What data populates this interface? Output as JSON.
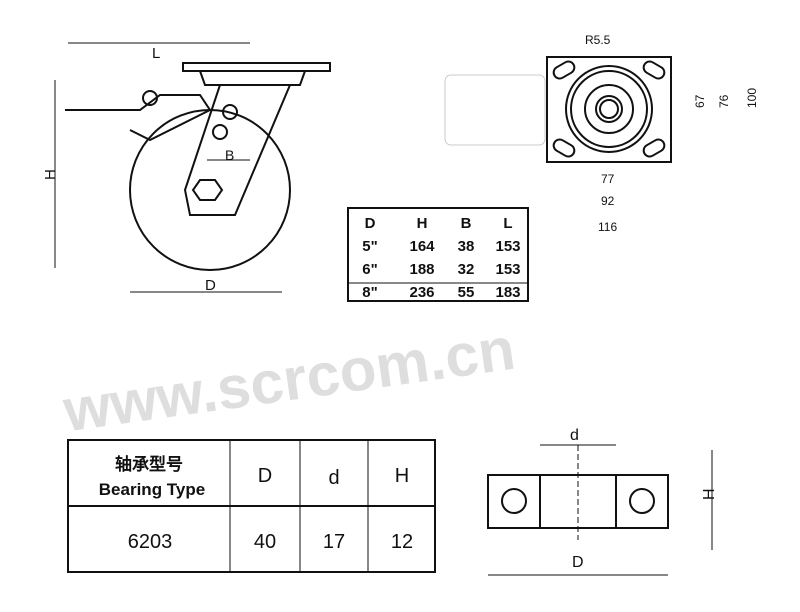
{
  "side_view": {
    "L": "L",
    "H": "H",
    "B": "B",
    "D": "D"
  },
  "size_table": {
    "headers": [
      "D",
      "H",
      "B",
      "L"
    ],
    "rows": [
      [
        "5\"",
        "164",
        "38",
        "153"
      ],
      [
        "6\"",
        "188",
        "32",
        "153"
      ],
      [
        "8\"",
        "236",
        "55",
        "183"
      ]
    ]
  },
  "top_plate": {
    "radius": "R5.5",
    "dims_v": [
      "67",
      "76",
      "100"
    ],
    "dims_h": [
      "77",
      "92",
      "116"
    ]
  },
  "bearing_table": {
    "title_cn": "轴承型号",
    "title_en": "Bearing Type",
    "headers": [
      "D",
      "d",
      "H"
    ],
    "model": "6203",
    "values": [
      "40",
      "17",
      "12"
    ]
  },
  "bearing_section": {
    "d": "d",
    "D": "D",
    "H": "H"
  },
  "watermark": "www.scrcom.cn"
}
